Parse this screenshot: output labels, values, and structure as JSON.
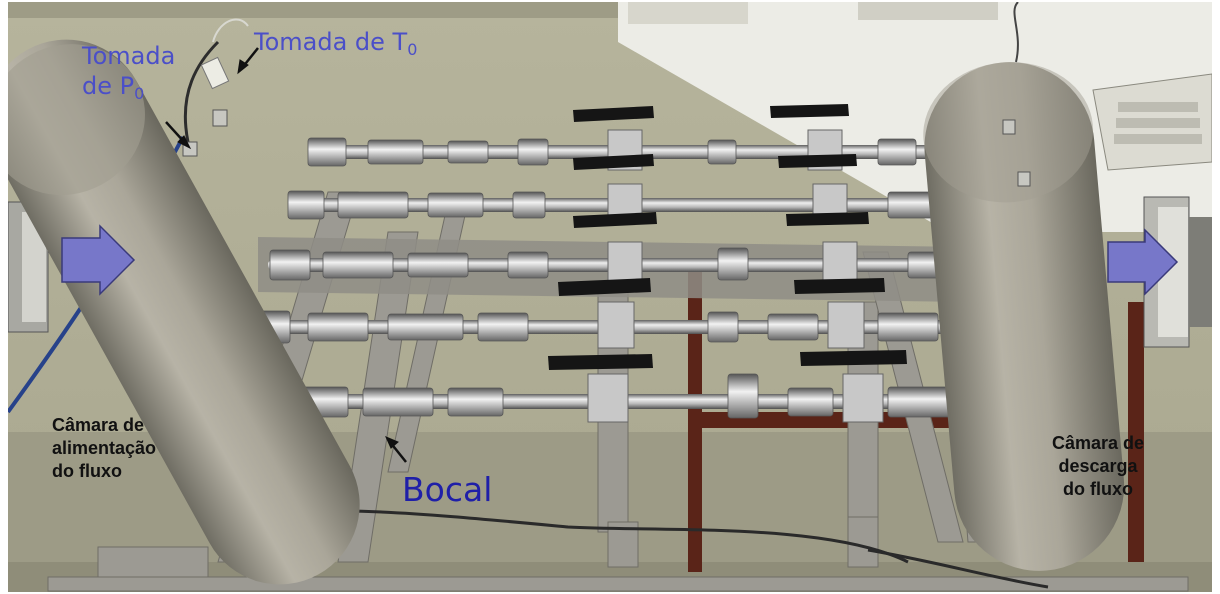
{
  "labels": {
    "tomada_p0": {
      "line1": "Tomada",
      "line2_prefix": "de P",
      "line2_sub": "0"
    },
    "tomada_t0": {
      "prefix": "Tomada de T",
      "sub": "0"
    },
    "camara_alimentacao": {
      "line1": "Câmara de",
      "line2": "alimentação",
      "line3": "do fluxo"
    },
    "camara_descarga": {
      "line1": "Câmara de",
      "line2": "descarga",
      "line3": "do fluxo"
    },
    "bocal": "Bocal"
  },
  "colors": {
    "label_blue": "#4b4fc8",
    "bocal_blue": "#1f1fa8",
    "flow_arrow_fill": "#7777c9",
    "pointer_arrow": "#111111"
  },
  "icons": [
    "inlet-flow-arrow-icon",
    "outlet-flow-arrow-icon",
    "pointer-arrow-icon"
  ]
}
